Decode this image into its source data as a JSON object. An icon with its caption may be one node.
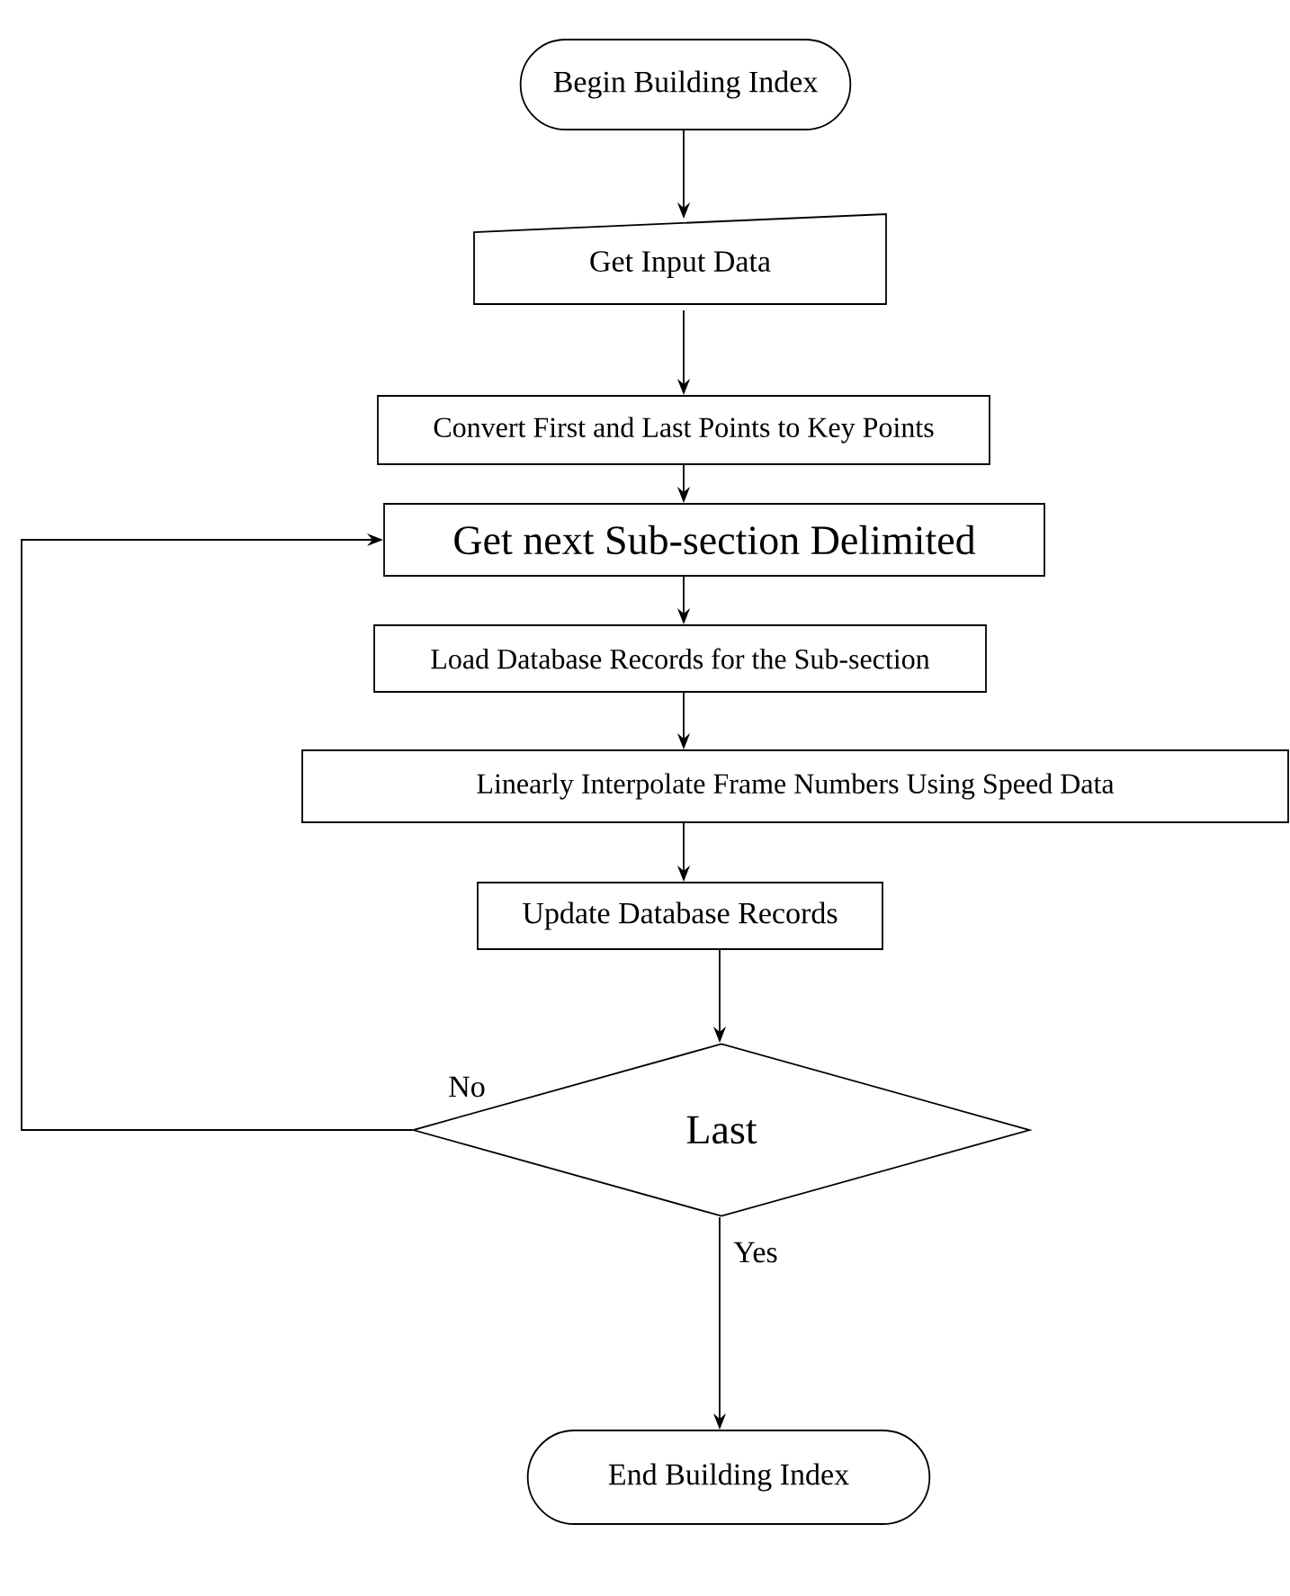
{
  "diagram": {
    "nodes": [
      {
        "text": [
          "Begin Building Index"
        ]
      },
      {
        "text": [
          "Get Input Data"
        ]
      },
      {
        "text": [
          "Convert First and Last Points to Key Points"
        ]
      },
      {
        "text": [
          "Get next Sub-section Delimited"
        ]
      },
      {
        "text": [
          "Load Database Records for the Sub-section"
        ]
      },
      {
        "text": [
          "Linearly Interpolate Frame Numbers Using Speed Data"
        ]
      },
      {
        "text": [
          "Update Database Records"
        ]
      },
      {
        "text": [
          "Last"
        ]
      },
      {
        "text": [
          "End Building Index"
        ]
      }
    ],
    "edges": [
      {
        "from": 0,
        "to": 1,
        "arrow": "to"
      },
      {
        "from": 1,
        "to": 2,
        "arrow": "to"
      },
      {
        "from": 2,
        "to": 3,
        "arrow": "to"
      },
      {
        "from": 3,
        "to": 4,
        "arrow": "to"
      },
      {
        "from": 4,
        "to": 5,
        "arrow": "to"
      },
      {
        "from": 5,
        "to": 6,
        "arrow": "to"
      },
      {
        "from": 6,
        "to": 7,
        "arrow": "to"
      },
      {
        "from": 7,
        "to": 8,
        "arrow": "to",
        "label": "Yes"
      },
      {
        "from": 7,
        "to": 3,
        "arrow": "to",
        "label": "No"
      }
    ]
  }
}
